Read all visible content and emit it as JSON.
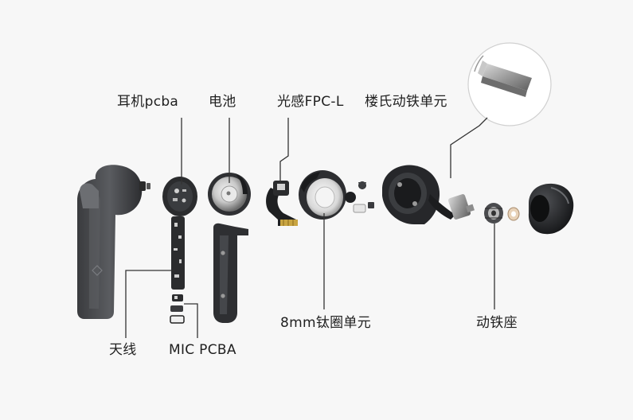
{
  "labels": {
    "earphone_pcba": "耳机pcba",
    "battery": "电池",
    "light_sensor_fpc": "光感FPC-L",
    "balanced_armature_unit": "楼氏动铁单元",
    "titanium_driver": "8mm钛圈单元",
    "antenna": "天线",
    "mic_pcba": "MIC PCBA",
    "armature_seat": "动铁座"
  },
  "colors": {
    "background": "#f7f7f7",
    "part_dark": "#2b2c2e",
    "part_mid": "#4a4c4f",
    "callout_line": "#333333",
    "text": "#1f1f1f"
  }
}
